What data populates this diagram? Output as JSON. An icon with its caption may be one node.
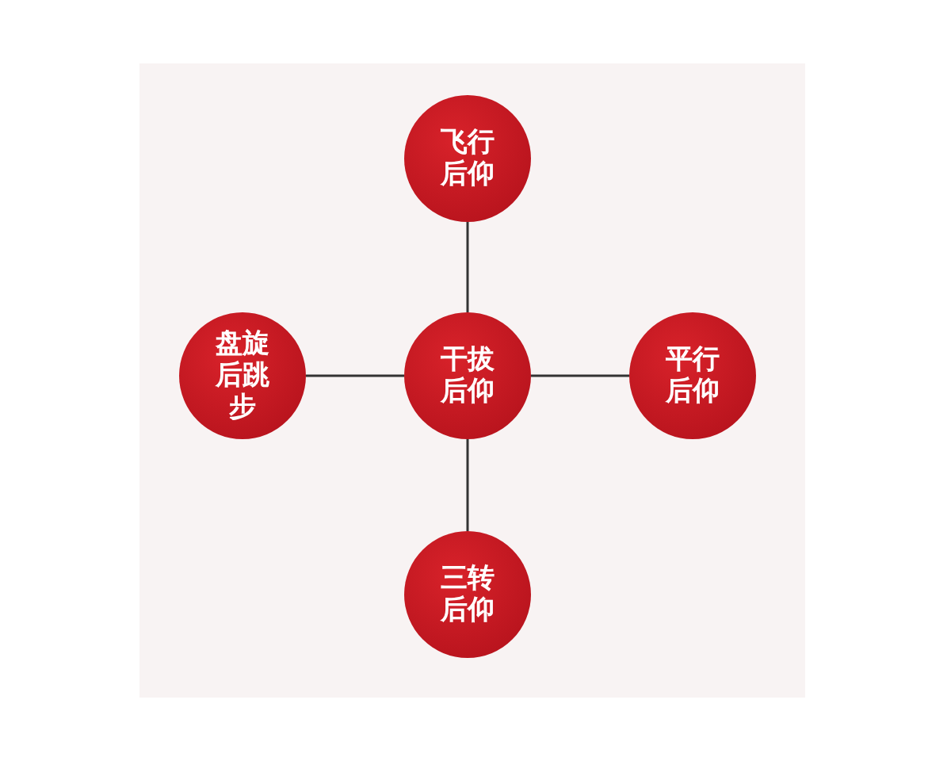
{
  "diagram": {
    "nodes": [
      {
        "text": [
          "飞行后仰"
        ]
      },
      {
        "text": [
          "盘旋后跳步"
        ]
      },
      {
        "text": [
          "干拔后仰"
        ]
      },
      {
        "text": [
          "平行后仰"
        ]
      },
      {
        "text": [
          "三转后仰"
        ]
      }
    ],
    "edges": [
      {
        "from": 2,
        "to": 0,
        "arrow": "none"
      },
      {
        "from": 2,
        "to": 1,
        "arrow": "none"
      },
      {
        "from": 2,
        "to": 3,
        "arrow": "none"
      },
      {
        "from": 2,
        "to": 4,
        "arrow": "none"
      }
    ]
  }
}
